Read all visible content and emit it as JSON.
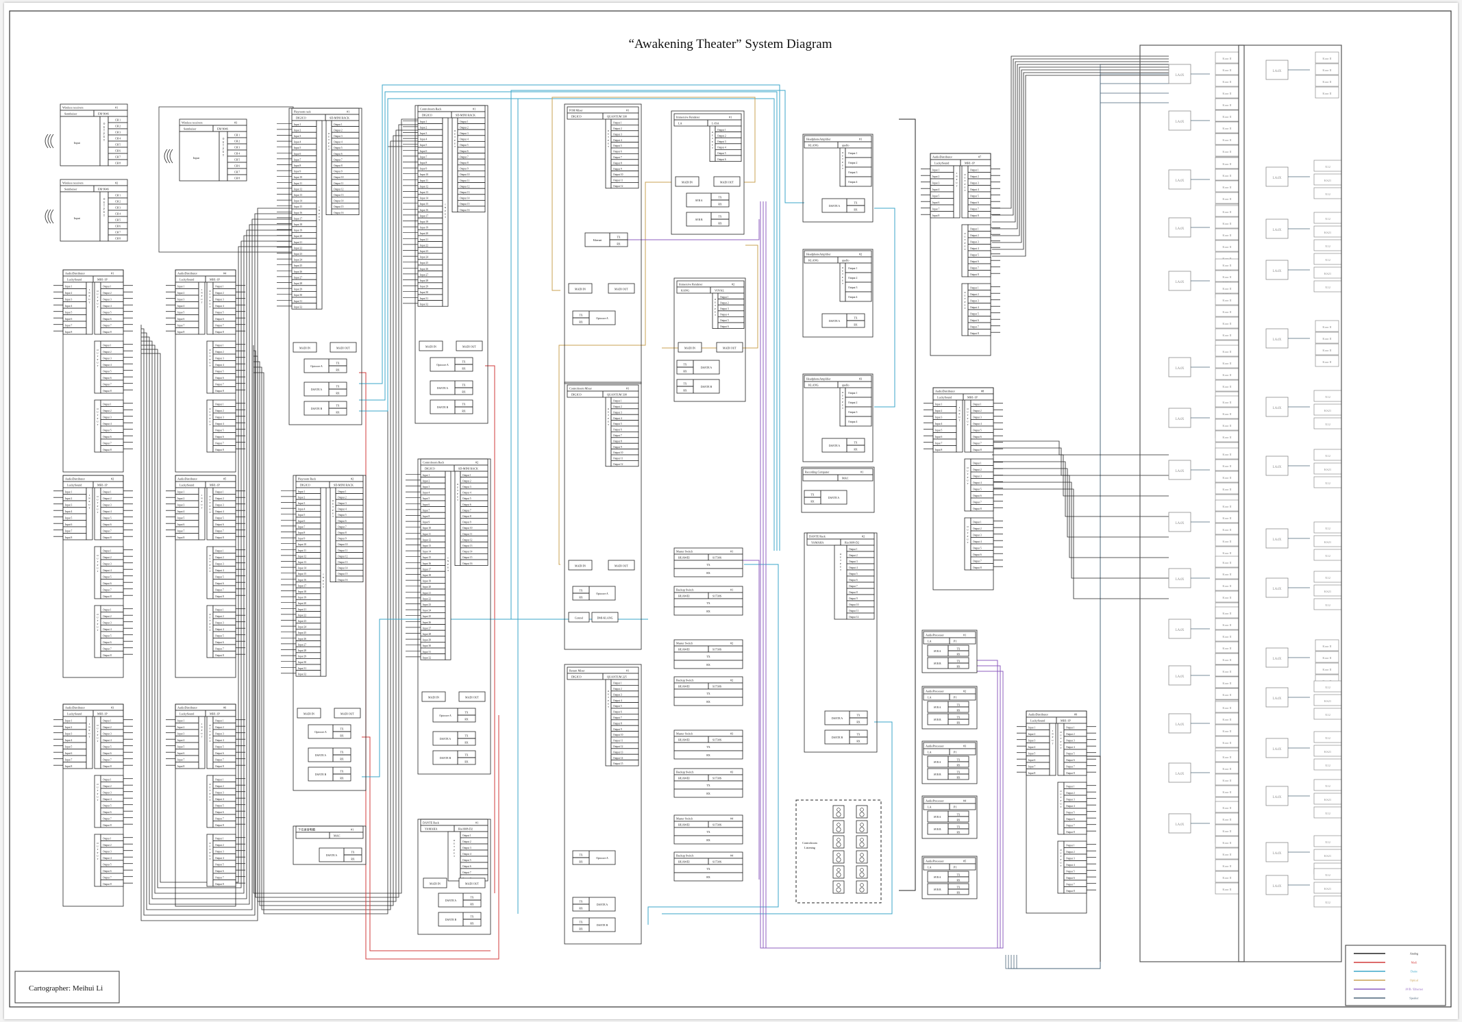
{
  "title": "“Awakening Theater” System Diagram",
  "cartographer": "Cartographer: Meihui Li",
  "colors": {
    "analog": "#222222",
    "madi": "#d23a3a",
    "dante": "#3aa6c8",
    "optical": "#c9a052",
    "avb": "#8c5cbf",
    "speaker": "#4a6478"
  },
  "legend": [
    {
      "key": "analog",
      "label": "Analog"
    },
    {
      "key": "madi",
      "label": "Madi"
    },
    {
      "key": "dante",
      "label": "Dante"
    },
    {
      "key": "optical",
      "label": "Optical"
    },
    {
      "key": "avb",
      "label": "AVB / Ethernet"
    },
    {
      "key": "speaker",
      "label": "Speaker"
    }
  ],
  "wireless": [
    {
      "name": "Wireless receivers",
      "num": "#1",
      "brand": "Sennheiser",
      "model": "EM 9046",
      "label": "Input",
      "ports": [
        "CH 1",
        "CH 2",
        "CH 3",
        "CH 4",
        "CH 5",
        "CH 6",
        "CH 7",
        "CH 8"
      ]
    },
    {
      "name": "Wireless receivers",
      "num": "#2",
      "brand": "Sennheiser",
      "model": "EM 9046",
      "label": "Input",
      "ports": [
        "CH 1",
        "CH 2",
        "CH 3",
        "CH 4",
        "CH 5",
        "CH 6",
        "CH 7",
        "CH 8"
      ]
    },
    {
      "name": "Wireless receivers",
      "num": "#3",
      "brand": "Sennheiser",
      "model": "EM 9046",
      "label": "Input",
      "ports": [
        "CH 1",
        "CH 2",
        "CH 3",
        "CH 4",
        "CH 5",
        "CH 6",
        "CH 7",
        "CH 8"
      ]
    }
  ],
  "audio_distributors": [
    {
      "name": "AudioDistributor",
      "num": "#1",
      "brand": "LuckySound",
      "model": "MH1-1P"
    },
    {
      "name": "AudioDistributor",
      "num": "#2",
      "brand": "LuckySound",
      "model": "MH1-1P"
    },
    {
      "name": "AudioDistributor",
      "num": "#3",
      "brand": "LuckySound",
      "model": "MH1-1P"
    },
    {
      "name": "AudioDistributor",
      "num": "#4",
      "brand": "LuckySound",
      "model": "MH1-1P"
    },
    {
      "name": "AudioDistributor",
      "num": "#5",
      "brand": "LuckySound",
      "model": "MH1-1P"
    },
    {
      "name": "AudioDistributor",
      "num": "#6",
      "brand": "LuckySound",
      "model": "MH1-1P"
    },
    {
      "name": "AudioDistributor",
      "num": "#7",
      "brand": "LuckySound",
      "model": "MH1-1P"
    },
    {
      "name": "AudioDistributor",
      "num": "#8",
      "brand": "LuckySound",
      "model": "MH1-1P"
    },
    {
      "name": "AudioDistributor",
      "num": "#9",
      "brand": "LuckySound",
      "model": "MH1-1P"
    }
  ],
  "playroom_racks": [
    {
      "name": "Playroom rack",
      "num": "#1",
      "brand": "DIGICO",
      "model": "SD-MINI RACK"
    },
    {
      "name": "Playroom Rack",
      "num": "#2",
      "brand": "DIGICO",
      "model": "SD-MINI RACK"
    }
  ],
  "control_racks": [
    {
      "name": "Controlroom Rack",
      "num": "#1",
      "brand": "DIGICO",
      "model": "SD-MINI RACK"
    },
    {
      "name": "Controlroom Rack",
      "num": "#2",
      "brand": "DIGICO",
      "model": "SD-MINI RACK"
    }
  ],
  "mixers": [
    {
      "name": "FOH Mixer",
      "num": "#1",
      "brand": "DIGICO",
      "model": "QUANTUM 338",
      "outputs": 12
    },
    {
      "name": "Controlroom Mixer",
      "num": "#1",
      "brand": "DIGICO",
      "model": "QUANTUM 338",
      "outputs": 12
    },
    {
      "name": "Return Mixer",
      "num": "#1",
      "brand": "DIGICO",
      "model": "QUANTUM 225",
      "outputs": 15
    }
  ],
  "immersive": [
    {
      "name": "Immersive Renderer",
      "num": "#1",
      "brand": "LA",
      "model": "L-ISA"
    },
    {
      "name": "Immersive Renderer",
      "num": "#2",
      "brand": "KANG",
      "model": "VOVAL"
    }
  ],
  "headphone_amps": [
    {
      "name": "HeadphoneAmplifier",
      "num": "#1",
      "brand": "KLANG",
      "model": "quello"
    },
    {
      "name": "HeadphoneAmplifier",
      "num": "#2",
      "brand": "KLANG",
      "model": "quello"
    },
    {
      "name": "HeadphoneAmplifier",
      "num": "#3",
      "brand": "KLANG",
      "model": "quello"
    }
  ],
  "recording": {
    "name": "Recording Computer",
    "num": "#1",
    "model": "MAC"
  },
  "recording2": {
    "name": "下位录音电脑",
    "num": "#1",
    "model": "MAC"
  },
  "dante_racks": [
    {
      "name": "DANTE Rack",
      "num": "#1",
      "brand": "YAMAHA",
      "model": "Rio1608-D2"
    },
    {
      "name": "DANTE Rack",
      "num": "#2",
      "brand": "YAMAHA",
      "model": "Rio1608-D2"
    }
  ],
  "switches": [
    {
      "name": "Master Switch",
      "num": "#1",
      "brand": "HUAWEI",
      "model": "S1730S"
    },
    {
      "name": "Backup Switch",
      "num": "#1",
      "brand": "HUAWEI",
      "model": "S1730S"
    },
    {
      "name": "Master Switch",
      "num": "#2",
      "brand": "HUAWEI",
      "model": "S1730S"
    },
    {
      "name": "Backup Switch",
      "num": "#2",
      "brand": "HUAWEI",
      "model": "S1730S"
    },
    {
      "name": "Master Switch",
      "num": "#3",
      "brand": "HUAWEI",
      "model": "S1730S"
    },
    {
      "name": "Backup Switch",
      "num": "#3",
      "brand": "HUAWEI",
      "model": "S1730S"
    },
    {
      "name": "Master Switch",
      "num": "#4",
      "brand": "HUAWEI",
      "model": "S1730S"
    },
    {
      "name": "Backup Switch",
      "num": "#4",
      "brand": "HUAWEI",
      "model": "S1730S"
    }
  ],
  "processors": [
    {
      "name": "AudioProcessor",
      "num": "#1",
      "brand": "LA",
      "model": "P1"
    },
    {
      "name": "AudioProcessor",
      "num": "#2",
      "brand": "LA",
      "model": "P1"
    },
    {
      "name": "AudioProcessor",
      "num": "#3",
      "brand": "LA",
      "model": "P1"
    },
    {
      "name": "AudioProcessor",
      "num": "#4",
      "brand": "LA",
      "model": "P1"
    },
    {
      "name": "AudioProcessor",
      "num": "#5",
      "brand": "LA",
      "model": "P1"
    }
  ],
  "controlroom_listening": "Controlroom Listening",
  "io": {
    "madi_in": "MADI IN",
    "madi_out": "MADI OUT",
    "optocore": "Optocore A",
    "dante_a": "DANTE A",
    "dante_b": "DANTE B",
    "avb_a": "AVB A",
    "avb_b": "AVB B",
    "tx": "TX",
    "rx": "RX",
    "ethernet": "Ethernet",
    "control": "Control",
    "dmi": "DMI-KLANG",
    "input": "Input",
    "output": "Output",
    "input_word": "INPUT",
    "output_word": "OUTPUT"
  },
  "amps": {
    "amp": "LA4X",
    "kara": "Kara II",
    "x12": "X12",
    "ks21": "KS21"
  }
}
